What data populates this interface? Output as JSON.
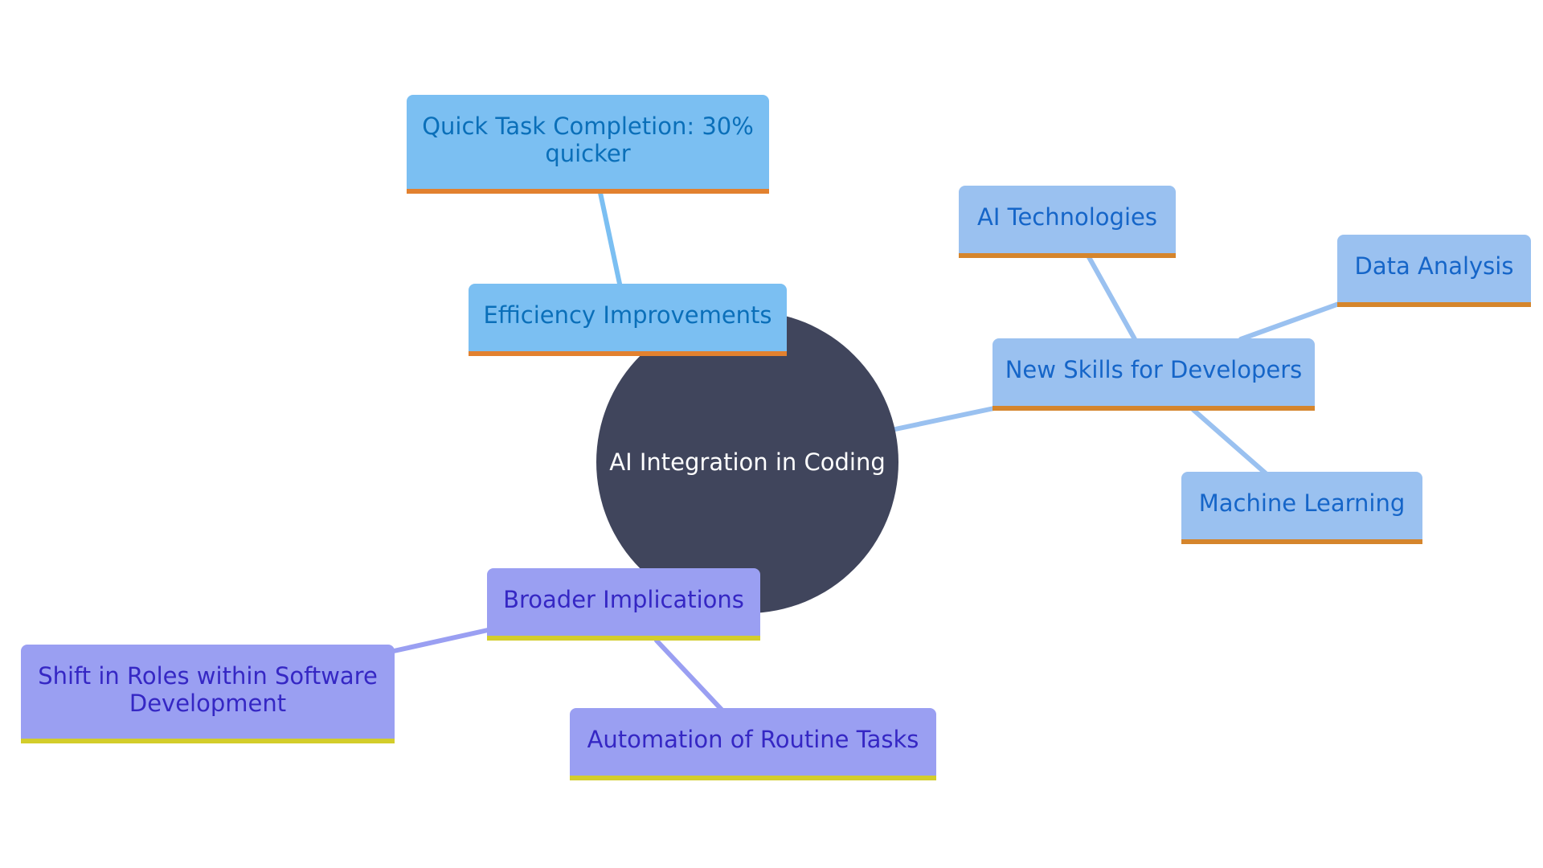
{
  "diagram": {
    "center": {
      "label": "AI Integration in Coding",
      "color": "#40455c"
    },
    "branches": [
      {
        "label": "Efficiency Improvements",
        "color": "#7bbff2",
        "children": [
          {
            "label": "Quick Task Completion: 30% quicker"
          }
        ]
      },
      {
        "label": "New Skills for Developers",
        "color": "#9ac1f0",
        "children": [
          {
            "label": "AI Technologies"
          },
          {
            "label": "Data Analysis"
          },
          {
            "label": "Machine Learning"
          }
        ]
      },
      {
        "label": "Broader Implications",
        "color": "#9a9ff2",
        "children": [
          {
            "label": "Shift in Roles within Software Development"
          },
          {
            "label": "Automation of Routine Tasks"
          }
        ]
      }
    ]
  }
}
